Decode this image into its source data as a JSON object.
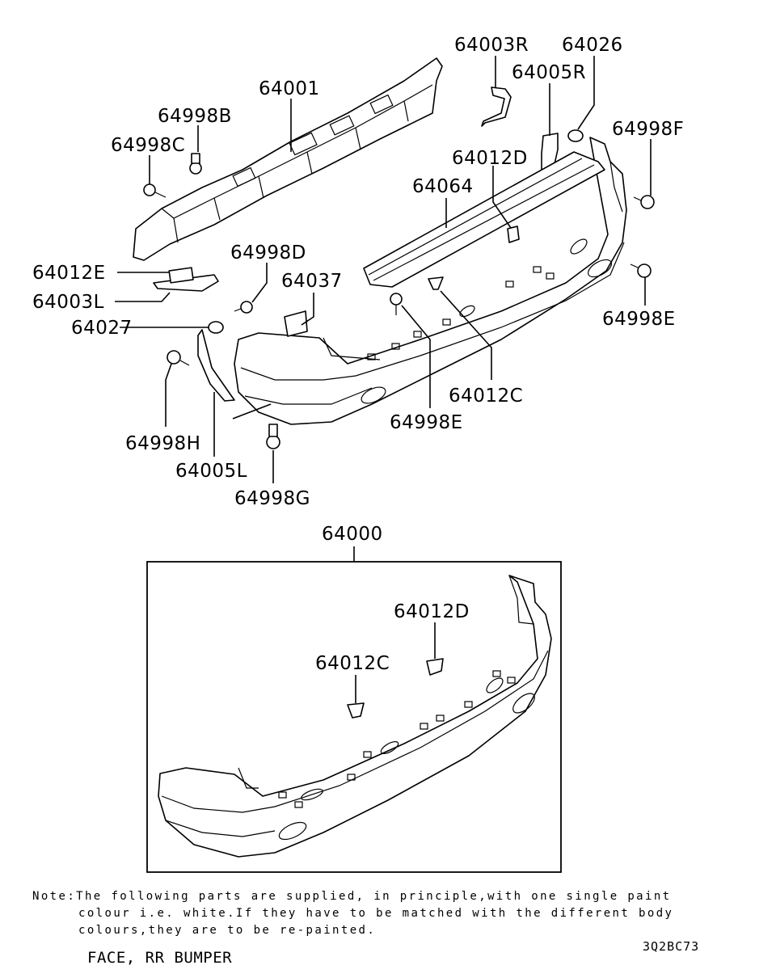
{
  "labels": {
    "p64003R": "64003R",
    "p64026": "64026",
    "p64005R": "64005R",
    "p64001": "64001",
    "p64998B": "64998B",
    "p64998C": "64998C",
    "p64998F": "64998F",
    "p64012D_top": "64012D",
    "p64064": "64064",
    "p64998D": "64998D",
    "p64012E": "64012E",
    "p64037": "64037",
    "p64003L": "64003L",
    "p64027": "64027",
    "p64998E_right": "64998E",
    "p64012C_top": "64012C",
    "p64998E_mid": "64998E",
    "p64998H": "64998H",
    "p64005L": "64005L",
    "p64998G": "64998G",
    "p64000": "64000",
    "p64012D_box": "64012D",
    "p64012C_box": "64012C"
  },
  "note": {
    "line1": "Note:The following parts are supplied, in principle,with one single paint",
    "line2": "colour i.e. white.If they have to be matched with the different body",
    "line3": "colours,they are to be re-painted."
  },
  "title": "FACE, RR BUMPER",
  "code": "3Q2BC73"
}
